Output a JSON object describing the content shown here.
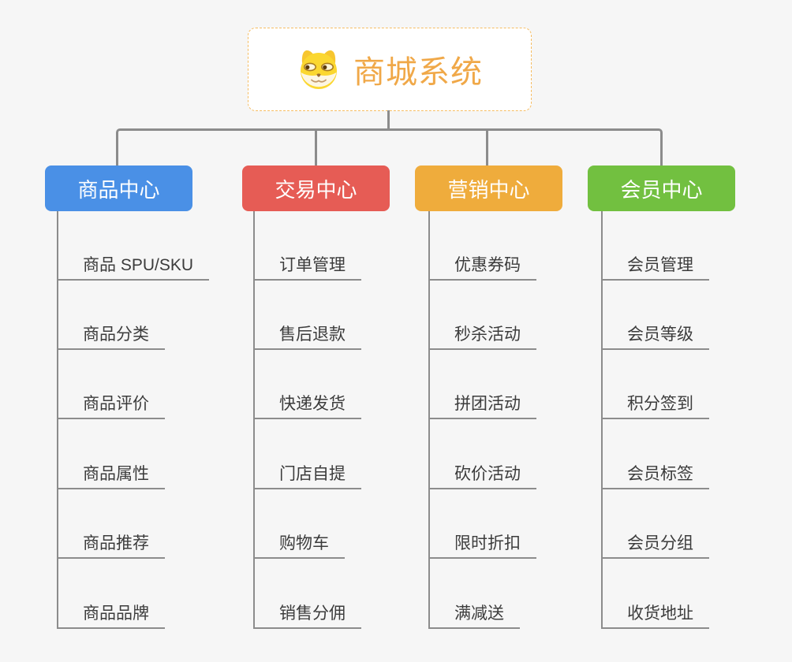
{
  "root": {
    "label": "商城系统",
    "icon": "doge-icon",
    "text_color": "#F0A848",
    "border_color": "#F6BD62"
  },
  "branches": [
    {
      "label": "商品中心",
      "color": "#4A90E6",
      "children": [
        "商品 SPU/SKU",
        "商品分类",
        "商品评价",
        "商品属性",
        "商品推荐",
        "商品品牌"
      ]
    },
    {
      "label": "交易中心",
      "color": "#E65C55",
      "children": [
        "订单管理",
        "售后退款",
        "快递发货",
        "门店自提",
        "购物车",
        "销售分佣"
      ]
    },
    {
      "label": "营销中心",
      "color": "#EFAC3C",
      "children": [
        "优惠券码",
        "秒杀活动",
        "拼团活动",
        "砍价活动",
        "限时折扣",
        "满减送"
      ]
    },
    {
      "label": "会员中心",
      "color": "#72C040",
      "children": [
        "会员管理",
        "会员等级",
        "积分签到",
        "会员标签",
        "会员分组",
        "收货地址"
      ]
    }
  ],
  "colors": {
    "background": "#F6F6F6",
    "connector": "#8C8C8C",
    "leaf_text": "#3C3C3C"
  }
}
